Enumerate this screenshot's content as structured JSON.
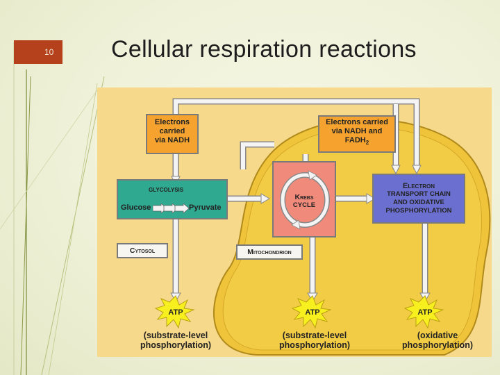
{
  "slide": {
    "number": "10",
    "title": "Cellular respiration reactions"
  },
  "diagram": {
    "electrons_nadh": [
      "Electrons",
      "carried",
      "via NADH"
    ],
    "electrons_nadh_fadh2": [
      "Electrons carried",
      "via NADH and",
      "FADH",
      "2"
    ],
    "glycolysis": {
      "title": "Glycolysis",
      "glucose": "Glucose",
      "pyruvate": "Pyruvate"
    },
    "krebs": [
      "Krebs",
      "cycle"
    ],
    "etc": [
      "Electron",
      "transport chain",
      "and oxidative",
      "phosphorylation"
    ],
    "cytosol": "Cytosol",
    "mitochondrion": "Mitochondrion",
    "atp": "ATP",
    "atp_labels": [
      [
        "(substrate-level",
        "phosphorylation)"
      ],
      [
        "(substrate-level",
        "phosphorylation)"
      ],
      [
        "(oxidative",
        "phosphorylation)"
      ]
    ],
    "colors": {
      "background": "#f6d98b",
      "mitochondrion": "#efc33a",
      "electron_box": "#f5a32e",
      "glycolysis_box": "#2fa98f",
      "krebs_box": "#f08b7b",
      "etc_box": "#6b6fcf",
      "atp_star": "#f7ef1e"
    }
  }
}
